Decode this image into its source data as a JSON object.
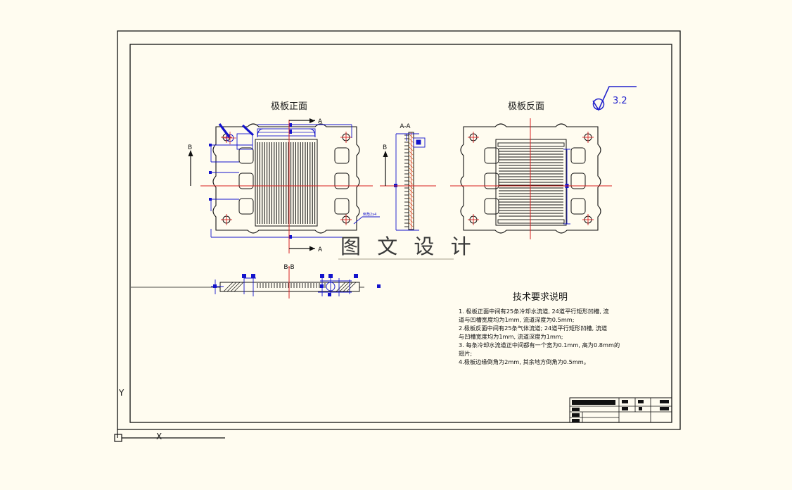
{
  "document": {
    "background_color": "#fffcf0",
    "line_color_black": "#111111",
    "line_color_blue": "#1414cc",
    "line_color_red": "#d81f1f"
  },
  "views": {
    "front": {
      "title": "极板正面",
      "section_label_top": "A",
      "section_label_bottom": "A",
      "section_label_left": "B",
      "chamfer_note": "倒角2x4"
    },
    "back": {
      "title": "极板反面"
    },
    "section_aa": {
      "title": "A-A",
      "side_label": "B"
    },
    "section_bb": {
      "title": "B-B"
    }
  },
  "surface_roughness": {
    "value": "3.2",
    "symbol_name": "surface-roughness-symbol"
  },
  "watermark": {
    "text": "图 文 设 计"
  },
  "technical_notes": {
    "title": "技术要求说明",
    "lines": [
      "1. 极板正面中间有25条冷却水流道, 24道平行矩形凹槽, 流",
      "道与凹槽宽度均为1mm, 流道深度为0.5mm;",
      "2.极板反面中间有25条气体流道; 24道平行矩形凹槽, 流道",
      "与凹槽宽度均为1mm, 流道深度为1mm;",
      "3. 每条冷却水流道正中间都有一个宽为0.1mm, 高为0.8mm的",
      "翅片;",
      "4.极板边缘倒角为2mm, 其余地方倒角为0.5mm。"
    ]
  },
  "axis_markers": {
    "x": "X",
    "y": "Y"
  },
  "title_block": {
    "note": "redacted",
    "rows": 3,
    "columns": 5
  }
}
